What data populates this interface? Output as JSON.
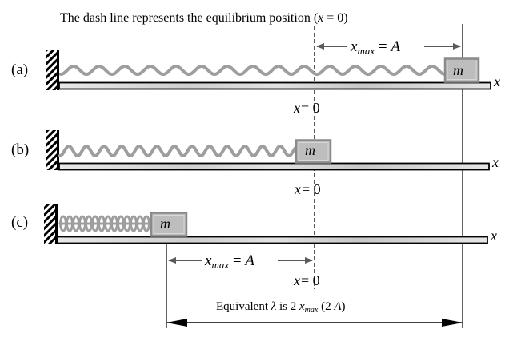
{
  "title": {
    "prefix": "The dash line represents the equilibrium position (",
    "var": "x",
    "suffix": " = 0)"
  },
  "panels": [
    {
      "label": "(a)",
      "state": "stretched",
      "mass_label": "m",
      "axis_label": "x",
      "zero_label_var": "x",
      "zero_label_rest": "= 0"
    },
    {
      "label": "(b)",
      "state": "equilibrium",
      "mass_label": "m",
      "axis_label": "x",
      "zero_label_var": "x",
      "zero_label_rest": "= 0"
    },
    {
      "label": "(c)",
      "state": "compressed",
      "mass_label": "m",
      "axis_label": "x",
      "zero_label_var": "x",
      "zero_label_rest": "= 0"
    }
  ],
  "amplitude_label": {
    "var": "x",
    "sub": "max",
    "rest": " = ",
    "value": "A"
  },
  "wavelength_note": {
    "prefix": "Equivalent ",
    "symbol": "λ",
    "middle": " is 2 ",
    "var": "x",
    "sub": "max",
    "open": " (2 ",
    "value": "A",
    "close": ")"
  },
  "colors": {
    "spring": "#9e9e9e",
    "mass_fill": "#bdbdbd",
    "mass_border": "#8a8a8a",
    "floor_fill": "#dcdcdc",
    "arrow_gray": "#5a5a5a",
    "line": "#000000"
  }
}
